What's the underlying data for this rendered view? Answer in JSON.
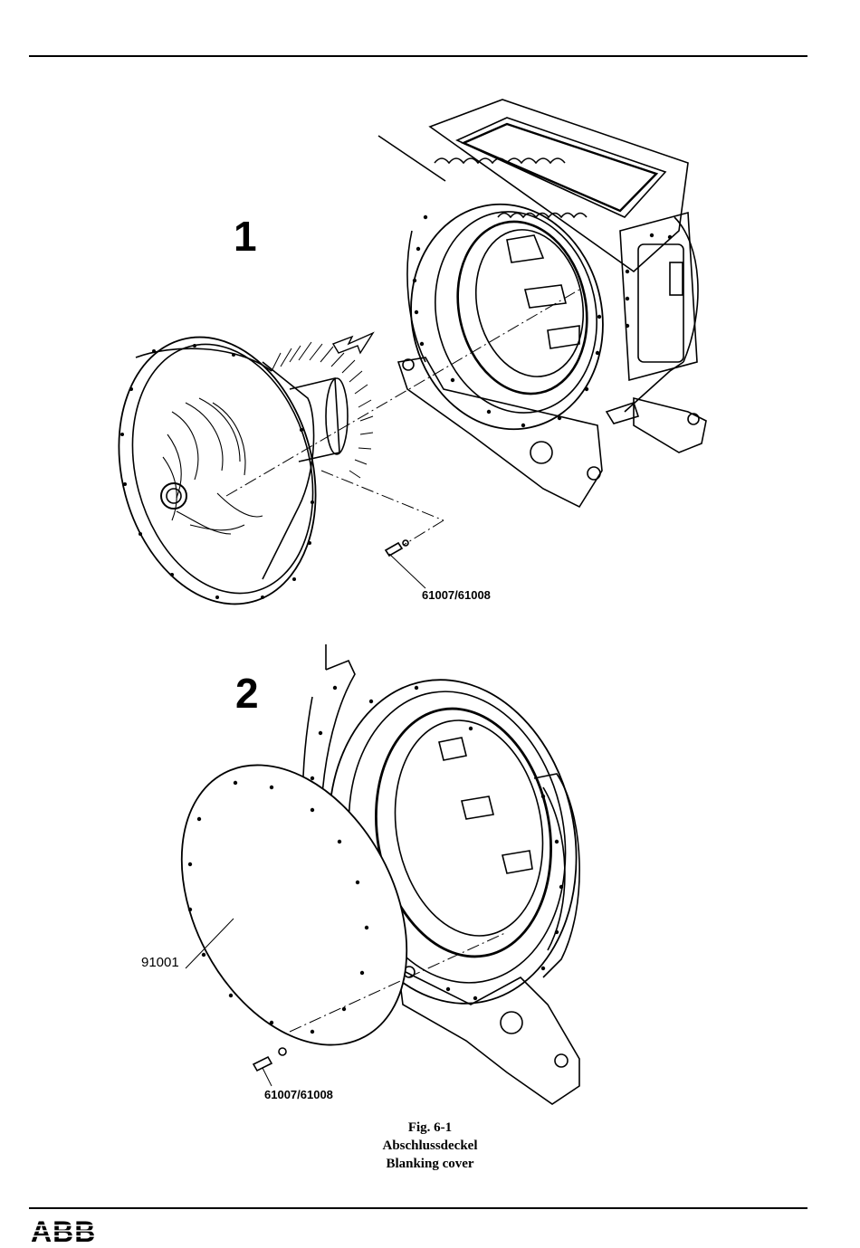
{
  "figure": {
    "step1_label": "1",
    "step2_label": "2",
    "callout_bolt_top": "61007/61008",
    "callout_bolt_bottom": "61007/61008",
    "callout_cover": "91001",
    "caption": {
      "number": "Fig. 6-1",
      "title_de": "Abschlussdeckel",
      "title_en": "Blanking cover"
    }
  },
  "footer": {
    "logo_text": "ABB",
    "logo_color": "#000000"
  }
}
